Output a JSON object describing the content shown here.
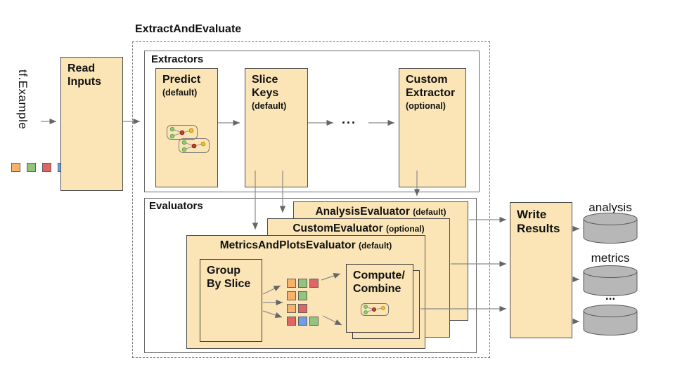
{
  "palette": {
    "box_fill": "#FBE5B6",
    "box_border": "#4D4D4D",
    "container_border": "#6B6B6B",
    "arrow": "#8A8A8A",
    "orange": "#F6B26B",
    "green": "#93C47D",
    "red": "#E06666",
    "blue": "#6D9EEB",
    "cylinder_fill": "#B7B7B7",
    "cylinder_stroke": "#595959"
  },
  "title": "ExtractAndEvaluate",
  "input": {
    "label": "tf.Example",
    "legend_rows": [
      [
        "orange",
        "green",
        "red",
        "blue"
      ]
    ]
  },
  "read_inputs": {
    "line1": "Read",
    "line2": "Inputs"
  },
  "extractors": {
    "label": "Extractors",
    "ellipsis": "...",
    "predict": {
      "line1": "Predict",
      "qualifier": "(default)"
    },
    "slice_keys": {
      "line1": "Slice",
      "line2": "Keys",
      "qualifier": "(default)"
    },
    "custom_extractor": {
      "line1": "Custom",
      "line2": "Extractor",
      "qualifier": "(optional)"
    }
  },
  "evaluators": {
    "label": "Evaluators",
    "analysis_evaluator": {
      "name": "AnalysisEvaluator",
      "qualifier": "(default)"
    },
    "custom_evaluator": {
      "name": "CustomEvaluator",
      "qualifier": "(optional)"
    },
    "metrics_plots_evaluator": {
      "name": "MetricsAndPlotsEvaluator",
      "qualifier": "(default)"
    },
    "group_by_slice": {
      "line1": "Group",
      "line2": "By Slice"
    },
    "compute_combine": {
      "line1": "Compute/",
      "line2": "Combine"
    },
    "slice_grid": [
      [
        "orange",
        "green",
        "red"
      ],
      [
        "orange",
        "green"
      ],
      [
        "orange",
        "red"
      ],
      [
        "red",
        "blue",
        "green"
      ]
    ]
  },
  "write_results": {
    "line1": "Write",
    "line2": "Results"
  },
  "outputs": [
    {
      "label": "analysis"
    },
    {
      "label": "metrics"
    },
    {
      "label": "..."
    }
  ],
  "icons": {
    "predict": "model-graph-icon",
    "compute_combine": "combine-graph-icon",
    "output_store": "database-cylinder-icon",
    "input_slices": "colored-slice-squares"
  }
}
